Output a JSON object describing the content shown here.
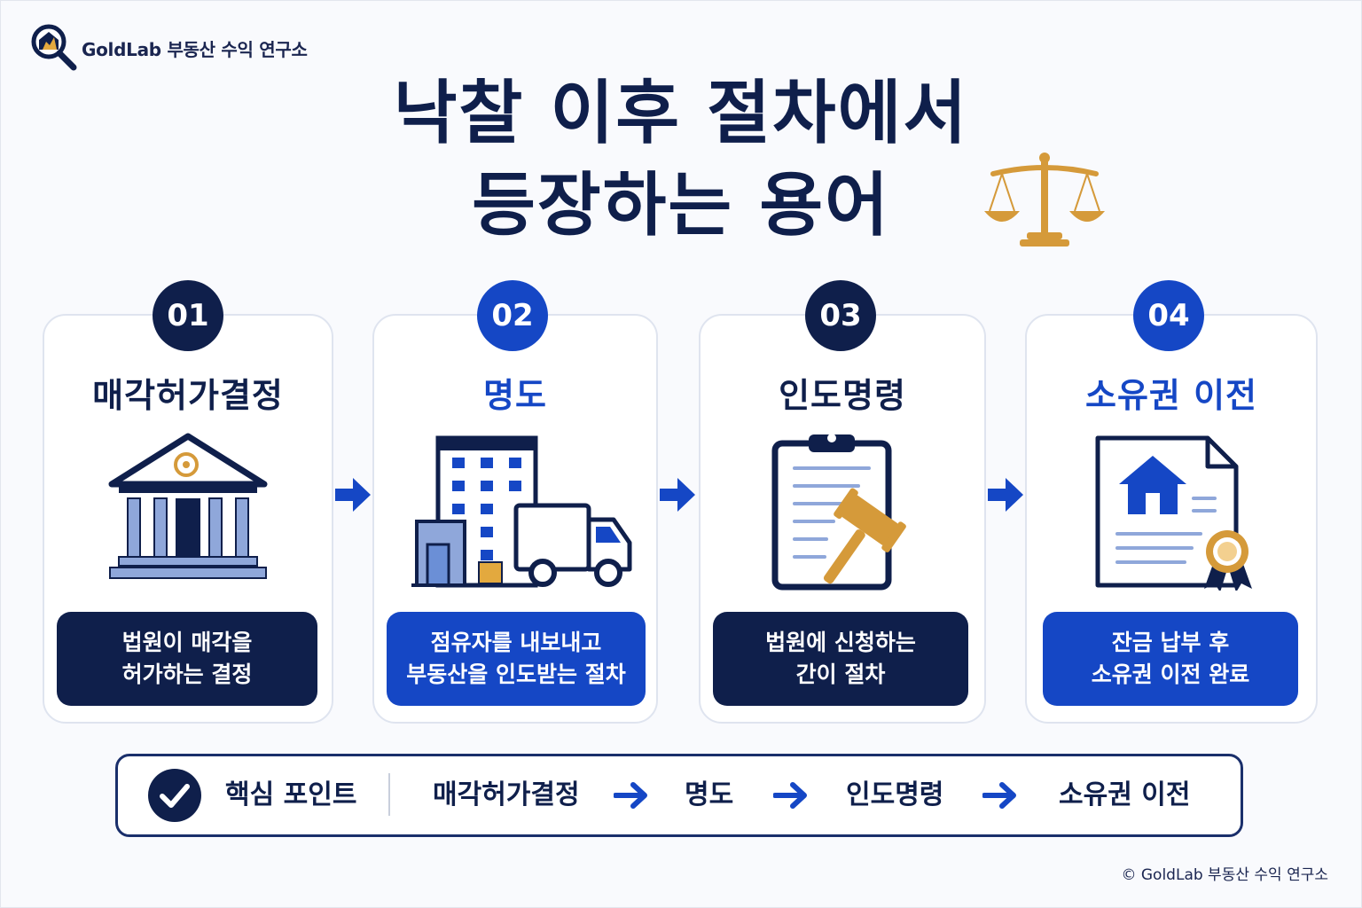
{
  "brand": {
    "name": "GoldLab 부동산 수익 연구소",
    "icon": "magnifier-house-logo"
  },
  "title": {
    "line1": "낙찰 이후 절차에서",
    "line2": "등장하는 용어",
    "icon": "scales-icon"
  },
  "steps": [
    {
      "number": "01",
      "title": "매각허가결정",
      "desc_line1": "법원이 매각을",
      "desc_line2": "허가하는 결정",
      "icon": "courthouse-icon",
      "theme": "dark"
    },
    {
      "number": "02",
      "title": "명도",
      "desc_line1": "점유자를 내보내고",
      "desc_line2": "부동산을 인도받는 절차",
      "icon": "building-truck-icon",
      "theme": "blue"
    },
    {
      "number": "03",
      "title": "인도명령",
      "desc_line1": "법원에 신청하는",
      "desc_line2": "간이 절차",
      "icon": "clipboard-gavel-icon",
      "theme": "dark"
    },
    {
      "number": "04",
      "title": "소유권 이전",
      "desc_line1": "잔금 납부 후",
      "desc_line2": "소유권 이전 완료",
      "icon": "deed-certificate-icon",
      "theme": "blue"
    }
  ],
  "key_point": {
    "label": "핵심 포인트",
    "flow": [
      "매각허가결정",
      "명도",
      "인도명령",
      "소유권 이전"
    ]
  },
  "footer": "© GoldLab 부동산 수익 연구소",
  "colors": {
    "navy": "#0f1f4b",
    "blue": "#1547c5",
    "gold": "#d59a3a",
    "light_blue": "#6b8fd6"
  }
}
